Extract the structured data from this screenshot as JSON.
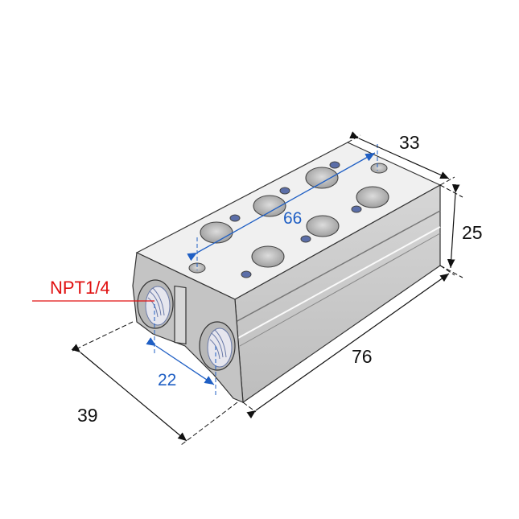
{
  "diagram": {
    "subject": "pneumatic valve manifold block",
    "dimensions": {
      "width": "33",
      "height": "25",
      "length": "76",
      "depth": "39",
      "port_spacing": "22",
      "hole_spacing": "66"
    },
    "port_label": "NPT1/4",
    "colors": {
      "body": "#c8c8c8",
      "top": "#efefef",
      "dim_black": "#111111",
      "dim_blue": "#1f5fc4",
      "callout_red": "#e01010"
    }
  }
}
